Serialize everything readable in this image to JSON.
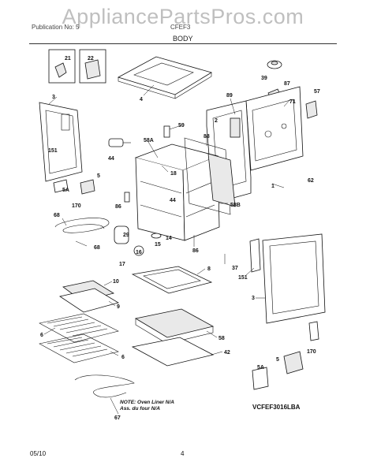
{
  "watermark": "AppliancePartsPros.com",
  "header": {
    "publication": "Publication No: 5",
    "model": "CFEF3",
    "section_title": "BODY"
  },
  "note": {
    "line1": "NOTE: Oven Liner N/A",
    "line2": "Ass. du four N/A"
  },
  "diagram_code": "VCFEF3016LBA",
  "footer": {
    "date": "05/10",
    "page": "4"
  },
  "callouts": {
    "c21": "21",
    "c22": "22",
    "c39": "39",
    "c87": "87",
    "c57": "57",
    "c3a": "3",
    "c4": "4",
    "c89": "89",
    "c71": "71",
    "c59": "59",
    "c2": "2",
    "c58A": "58A",
    "c88": "88",
    "c151a": "151",
    "c44a": "44",
    "c18": "18",
    "c44b": "44",
    "c5a": "5",
    "c5Aa": "5A",
    "c170a": "170",
    "c86a": "86",
    "c58B": "58B",
    "c1": "1",
    "c62": "62",
    "c68a": "68",
    "c14": "14",
    "c29": "29",
    "c15": "15",
    "c16": "16",
    "c68b": "68",
    "c17": "17",
    "c86b": "86",
    "c37": "37",
    "c151b": "151",
    "c3b": "3",
    "c8": "8",
    "c10": "10",
    "c9": "9",
    "c6a": "6",
    "c6b": "6",
    "c58": "58",
    "c42": "42",
    "c5Ab": "5A",
    "c5b": "5",
    "c170b": "170",
    "c67": "67"
  }
}
